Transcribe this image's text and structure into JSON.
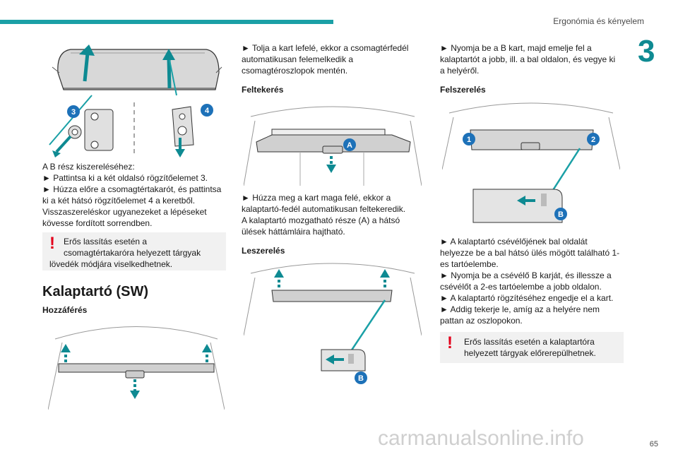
{
  "header": {
    "title": "Ergonómia és kényelem",
    "chapter": "3"
  },
  "page_number": "65",
  "watermark": "carmanualsonline.info",
  "col1": {
    "fig_labels": {
      "l3": "3",
      "l4": "4"
    },
    "intro": "A B rész kiszereléséhez:",
    "step1": "► Pattintsa ki a két oldalsó rögzítőelemet 3.",
    "step2a": "► Húzza előre a csomagtértakarót, és pattintsa",
    "step2b": "ki a két hátsó rögzítőelemet 4 a keretből.",
    "reinstall_a": "Visszaszereléskor ugyanezeket a lépéseket",
    "reinstall_b": "kövesse fordított sorrendben.",
    "warning_a": "Erős lassítás esetén a",
    "warning_b": "csomagtértakaróra helyezett tárgyak",
    "warning_c": "lövedék módjára viselkedhetnek.",
    "section_title": "Kalaptartó (SW)",
    "access_heading": "Hozzáférés"
  },
  "col2": {
    "p1a": "► Tolja a kart lefelé, ekkor a csomagtérfedél",
    "p1b": "automatikusan felemelkedik a",
    "p1c": "csomagtéroszlopok mentén.",
    "h_roll": "Feltekerés",
    "fig_a": "A",
    "p2a": "► Húzza meg a kart maga felé, ekkor a",
    "p2b": "kalaptartó-fedél automatikusan feltekeredik.",
    "p2c": "A kalaptartó mozgatható része (A) a hátsó",
    "p2d": "ülések háttámláira hajtható.",
    "h_remove": "Leszerelés",
    "fig_b": "B"
  },
  "col3": {
    "p1a": "► Nyomja be a B kart, majd emelje fel a",
    "p1b": "kalaptartót a jobb, ill. a bal oldalon, és vegye ki",
    "p1c": "a helyéről.",
    "h_install": "Felszerelés",
    "fig_1": "1",
    "fig_2": "2",
    "fig_b": "B",
    "p2a": "► A kalaptartó csévélőjének bal oldalát",
    "p2b": "helyezze be a bal hátsó ülés mögött található 1-",
    "p2c": "es tartóelembe.",
    "p3a": "► Nyomja be a csévélő B karját, és illessze a",
    "p3b": "csévélőt a 2-es tartóelembe a jobb oldalon.",
    "p4": "► A kalaptartó rögzítéséhez engedje el a kart.",
    "p5a": "► Addig tekerje le, amíg az a helyére nem",
    "p5b": "pattan az oszlopokon.",
    "warning_a": "Erős lassítás esetén a kalaptartóra",
    "warning_b": "helyezett tárgyak előrerepülhetnek."
  },
  "colors": {
    "accent": "#1aa0a6",
    "warning": "#e3001b",
    "label_blue": "#1d71b8",
    "arrow_green": "#0e8a92"
  }
}
